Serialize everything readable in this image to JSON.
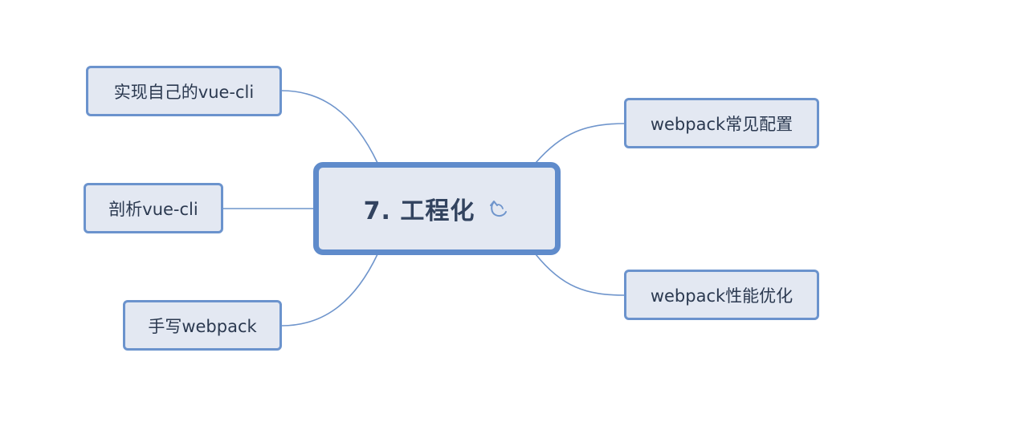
{
  "mindmap": {
    "root": {
      "label": "7. 工程化",
      "icon": "refresh-icon"
    },
    "branches": [
      {
        "label": "实现自己的vue-cli",
        "side": "left"
      },
      {
        "label": "剖析vue-cli",
        "side": "left"
      },
      {
        "label": "手写webpack",
        "side": "left"
      },
      {
        "label": "webpack常见配置",
        "side": "right"
      },
      {
        "label": "webpack性能优化",
        "side": "right"
      }
    ]
  },
  "colors": {
    "node_fill": "#e3e8f2",
    "node_border": "#6b93cd",
    "root_border": "#5f8bcb",
    "connector": "#6f95cc",
    "text": "#2b3950"
  }
}
